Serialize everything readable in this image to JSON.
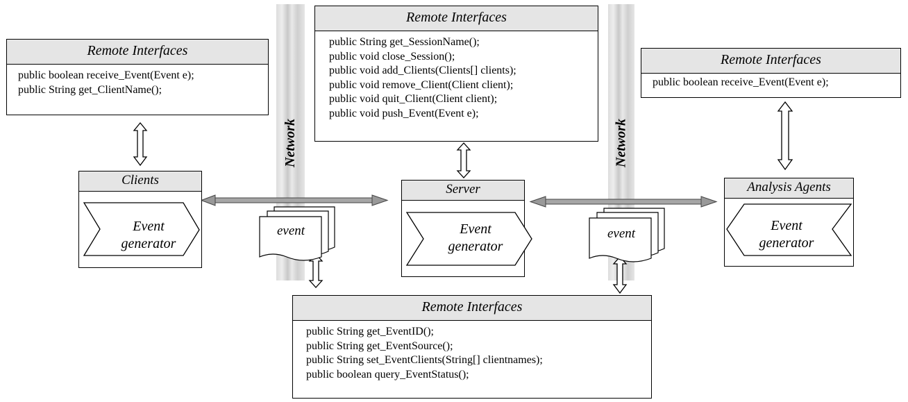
{
  "network_label": "Network",
  "client_interface": {
    "title": "Remote Interfaces",
    "methods": [
      "public boolean receive_Event(Event e);",
      "public String get_ClientName();"
    ]
  },
  "server_interface": {
    "title": "Remote Interfaces",
    "methods": [
      "public String get_SessionName();",
      "public void close_Session();",
      "public void add_Clients(Clients[] clients);",
      "public void remove_Client(Client client);",
      "public void quit_Client(Client client);",
      "public void push_Event(Event e);"
    ]
  },
  "agent_interface": {
    "title": "Remote Interfaces",
    "methods": [
      "public boolean receive_Event(Event e);"
    ]
  },
  "event_interface": {
    "title": "Remote Interfaces",
    "methods": [
      "public String get_EventID();",
      "public String get_EventSource();",
      "public String set_EventClients(String[] clientnames);",
      "public boolean query_EventStatus();"
    ]
  },
  "clients": {
    "title": "Clients",
    "generator_line1": "Event",
    "generator_line2": "generator"
  },
  "server": {
    "title": "Server",
    "generator_line1": "Event",
    "generator_line2": "generator"
  },
  "agents": {
    "title": "Analysis Agents",
    "generator_line1": "Event",
    "generator_line2": "generator"
  },
  "event_left": {
    "label": "event"
  },
  "event_right": {
    "label": "event"
  }
}
